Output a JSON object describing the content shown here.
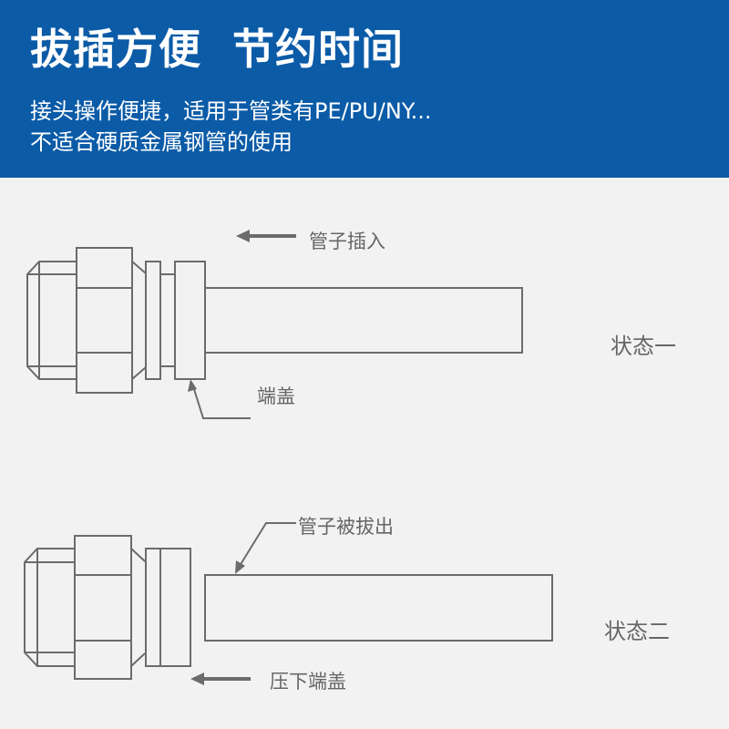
{
  "header": {
    "title": "拔插方便  节约时间",
    "subtitle_line1": "接头操作便捷，适用于管类有PE/PU/NY...",
    "subtitle_line2": "不适合硬质金属钢管的使用",
    "background_color": "#0b5ba7"
  },
  "diagram": {
    "line_color": "#6b6b6b",
    "state1": {
      "label": "状态一",
      "arrow_label": "管子插入",
      "callout_label": "端盖"
    },
    "state2": {
      "label": "状态二",
      "callout_label": "管子被拔出",
      "arrow_label": "压下端盖"
    }
  }
}
